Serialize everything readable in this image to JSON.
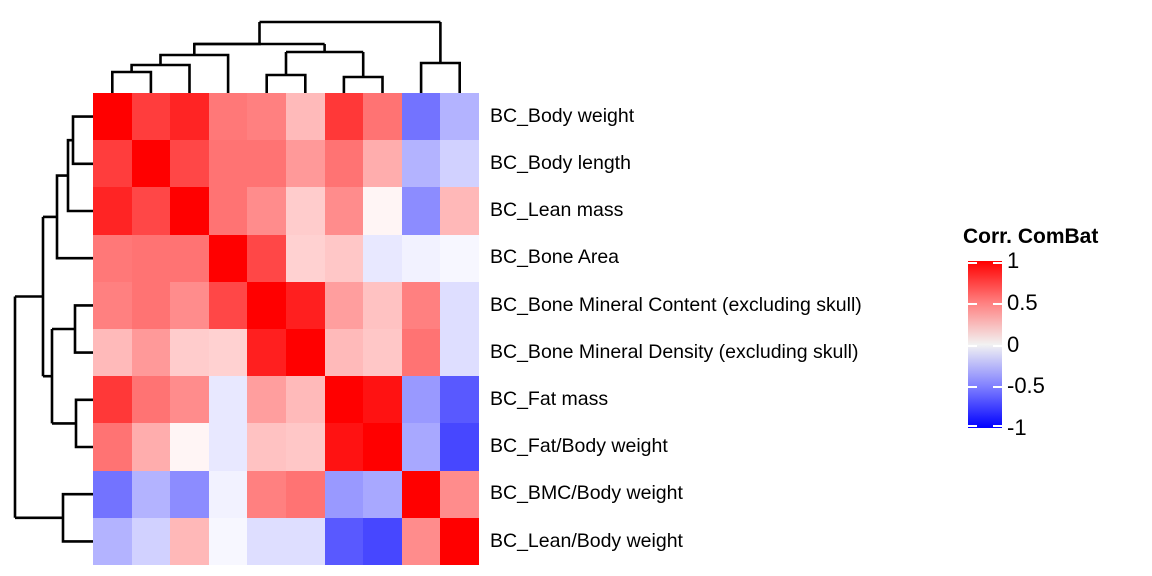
{
  "chart_data": {
    "type": "heatmap",
    "title": "",
    "xlabel": "",
    "ylabel": "",
    "legend_title": "Corr. ComBat",
    "legend_position": "right",
    "grid": false,
    "colormap": "blue-white-red (bwr)",
    "zlim": [
      -1,
      1
    ],
    "legend_ticks": [
      1,
      0.5,
      0,
      -0.5,
      -1
    ],
    "legend_tick_labels": [
      "1",
      "0.5",
      "0",
      "-0.5",
      "-1"
    ],
    "colors": {
      "positive_max": "#ff0000",
      "midpoint": "#ffffff",
      "negative_max": "#0000ff",
      "dendrogram": "#000000",
      "background": "#ffffff",
      "text": "#000000"
    },
    "row_labels": [
      "BC_Body weight",
      "BC_Body length",
      "BC_Lean mass",
      "BC_Bone Area",
      "BC_Bone Mineral Content (excluding skull)",
      "BC_Bone Mineral Density (excluding skull)",
      "BC_Fat mass",
      "BC_Fat/Body weight",
      "BC_BMC/Body weight",
      "BC_Lean/Body weight"
    ],
    "col_labels": [
      "BC_Body weight",
      "BC_Body length",
      "BC_Lean mass",
      "BC_Bone Area",
      "BC_Bone Mineral Content (excluding skull)",
      "BC_Bone Mineral Density (excluding skull)",
      "BC_Fat mass",
      "BC_Fat/Body weight",
      "BC_BMC/Body weight",
      "BC_Lean/Body weight"
    ],
    "values": [
      [
        1.0,
        0.76,
        0.86,
        0.53,
        0.5,
        0.27,
        0.78,
        0.55,
        -0.55,
        -0.3
      ],
      [
        0.76,
        1.0,
        0.72,
        0.55,
        0.55,
        0.4,
        0.55,
        0.32,
        -0.3,
        -0.18
      ],
      [
        0.86,
        0.72,
        1.0,
        0.55,
        0.45,
        0.2,
        0.45,
        0.04,
        -0.45,
        0.28
      ],
      [
        0.53,
        0.55,
        0.55,
        1.0,
        0.72,
        0.18,
        0.22,
        -0.09,
        -0.05,
        -0.03
      ],
      [
        0.5,
        0.55,
        0.45,
        0.72,
        1.0,
        0.88,
        0.38,
        0.24,
        0.5,
        -0.13
      ],
      [
        0.27,
        0.4,
        0.2,
        0.18,
        0.88,
        1.0,
        0.27,
        0.22,
        0.55,
        -0.13
      ],
      [
        0.78,
        0.55,
        0.45,
        -0.09,
        0.38,
        0.27,
        1.0,
        0.93,
        -0.4,
        -0.65
      ],
      [
        0.55,
        0.32,
        0.04,
        -0.09,
        0.24,
        0.22,
        0.93,
        1.0,
        -0.34,
        -0.72
      ],
      [
        -0.55,
        -0.3,
        -0.45,
        -0.05,
        0.5,
        0.55,
        -0.4,
        -0.34,
        1.0,
        0.45
      ],
      [
        -0.3,
        -0.18,
        0.28,
        -0.03,
        -0.13,
        -0.13,
        -0.65,
        -0.72,
        0.45,
        1.0
      ]
    ],
    "row_dendrogram": {
      "orientation": "left",
      "clusters": [
        "rows 1-2 merge first",
        "row 3 joins (1,2)",
        "row 4 joins (1,2,3)",
        "rows 5-6 merge",
        "rows 7-8 merge",
        "(5,6) joins (7,8)",
        "rows 9-10 merge",
        "(1,2,3,4) joins (5,6,7,8)",
        "top split separates (9,10) from the rest"
      ]
    },
    "col_dendrogram": {
      "orientation": "top",
      "clusters": [
        "cols 1-2 merge first",
        "col 3 joins (1,2)",
        "col 4 joins (1,2,3)",
        "cols 5-6 merge",
        "cols 7-8 merge",
        "(5,6) joins (7,8)",
        "cols 9-10 merge",
        "(1,2,3,4) joins (5,6,7,8)",
        "top split separates (9,10) from the rest"
      ]
    }
  }
}
